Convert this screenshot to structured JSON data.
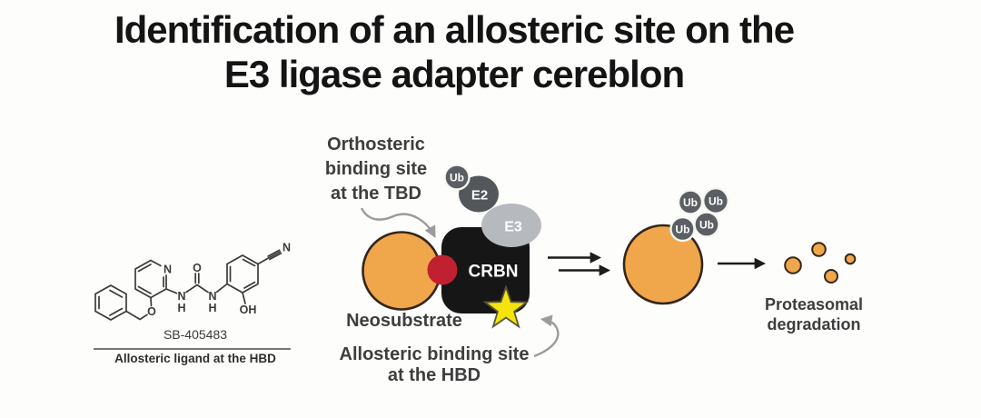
{
  "title": {
    "line1": "Identification of an allosteric site on the",
    "line2": "E3 ligase adapter cereblon"
  },
  "molecule": {
    "compound_name": "SB-405483",
    "caption": "Allosteric ligand at the HBD",
    "atom_labels": {
      "pyridine_n": "N",
      "ether_o": "O",
      "carbonyl_o": "O",
      "urea_n1": "N",
      "urea_h1": "H",
      "urea_n2": "N",
      "urea_h2": "H",
      "hydroxyl": "OH",
      "nitrile_n": "N"
    }
  },
  "complex": {
    "orthosteric_label": {
      "line1": "Orthosteric",
      "line2": "binding site",
      "line3": "at the TBD"
    },
    "neosubstrate_label": "Neosubstrate",
    "allosteric_label": {
      "line1": "Allosteric binding site",
      "line2": "at the HBD"
    },
    "ub": "Ub",
    "e2": "E2",
    "e3": "E3",
    "crbn": "CRBN"
  },
  "product": {
    "ub1": "Ub",
    "ub2": "Ub",
    "ub3": "Ub",
    "ub4": "Ub"
  },
  "degradation_label": {
    "line1": "Proteasomal",
    "line2": "degradation"
  },
  "colors": {
    "neosubstrate_orange": "#F0A64A",
    "orange_outline": "#33261A",
    "orthosteric_red": "#C12031",
    "crbn_black": "#161616",
    "e2_gray": "#53575B",
    "ub_gray": "#5B5F63",
    "ub_ring_white": "#F6F6F3",
    "e3_gray": "#B6BABF",
    "star_yellow": "#F4E40D",
    "star_outline": "#5A5638",
    "arrow_black": "#1C1C1C",
    "arrow_gray": "#9B9B9B",
    "bond_color": "#3A3A3A"
  }
}
